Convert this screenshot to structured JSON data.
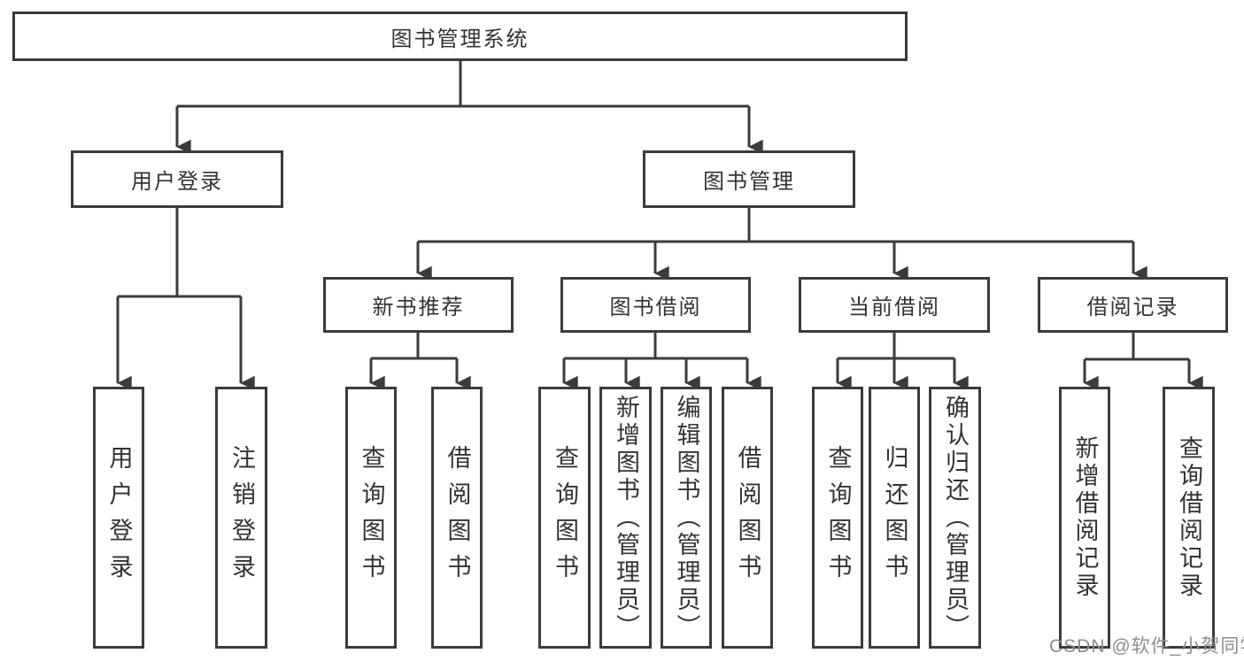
{
  "tree": {
    "root": {
      "label": "图书管理系统"
    },
    "level2": [
      {
        "label": "用户登录",
        "children": [
          {
            "label": "用户登录"
          },
          {
            "label": "注销登录"
          }
        ]
      },
      {
        "label": "图书管理",
        "children": [
          {
            "label": "新书推荐",
            "children": [
              {
                "label": "查询图书"
              },
              {
                "label": "借阅图书"
              }
            ]
          },
          {
            "label": "图书借阅",
            "children": [
              {
                "label": "查询图书"
              },
              {
                "label": "新增图书（管理员）"
              },
              {
                "label": "编辑图书（管理员）"
              },
              {
                "label": "借阅图书"
              }
            ]
          },
          {
            "label": "当前借阅",
            "children": [
              {
                "label": "查询图书"
              },
              {
                "label": "归还图书"
              },
              {
                "label": "确认归还（管理员）"
              }
            ]
          },
          {
            "label": "借阅记录",
            "children": [
              {
                "label": "新增借阅记录"
              },
              {
                "label": "查询借阅记录"
              }
            ]
          }
        ]
      }
    ]
  },
  "watermark": {
    "text": "CSDN @软件_小贺同学"
  },
  "colors": {
    "line": "#3b3b3b",
    "text": "#333333",
    "watermark": "#8d8d8d",
    "background": "#ffffff"
  }
}
